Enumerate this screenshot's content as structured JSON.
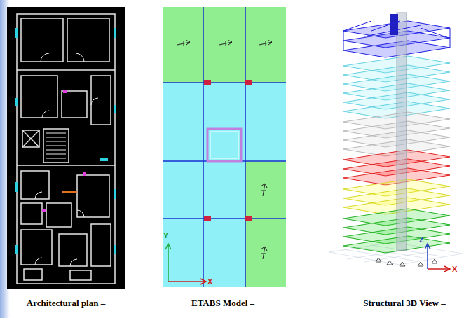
{
  "diagram": {
    "labels": [
      "Architectural plan –",
      "ETABS Model –",
      "Structural 3D View –",
      "Y",
      "X",
      "Z",
      "X"
    ]
  }
}
